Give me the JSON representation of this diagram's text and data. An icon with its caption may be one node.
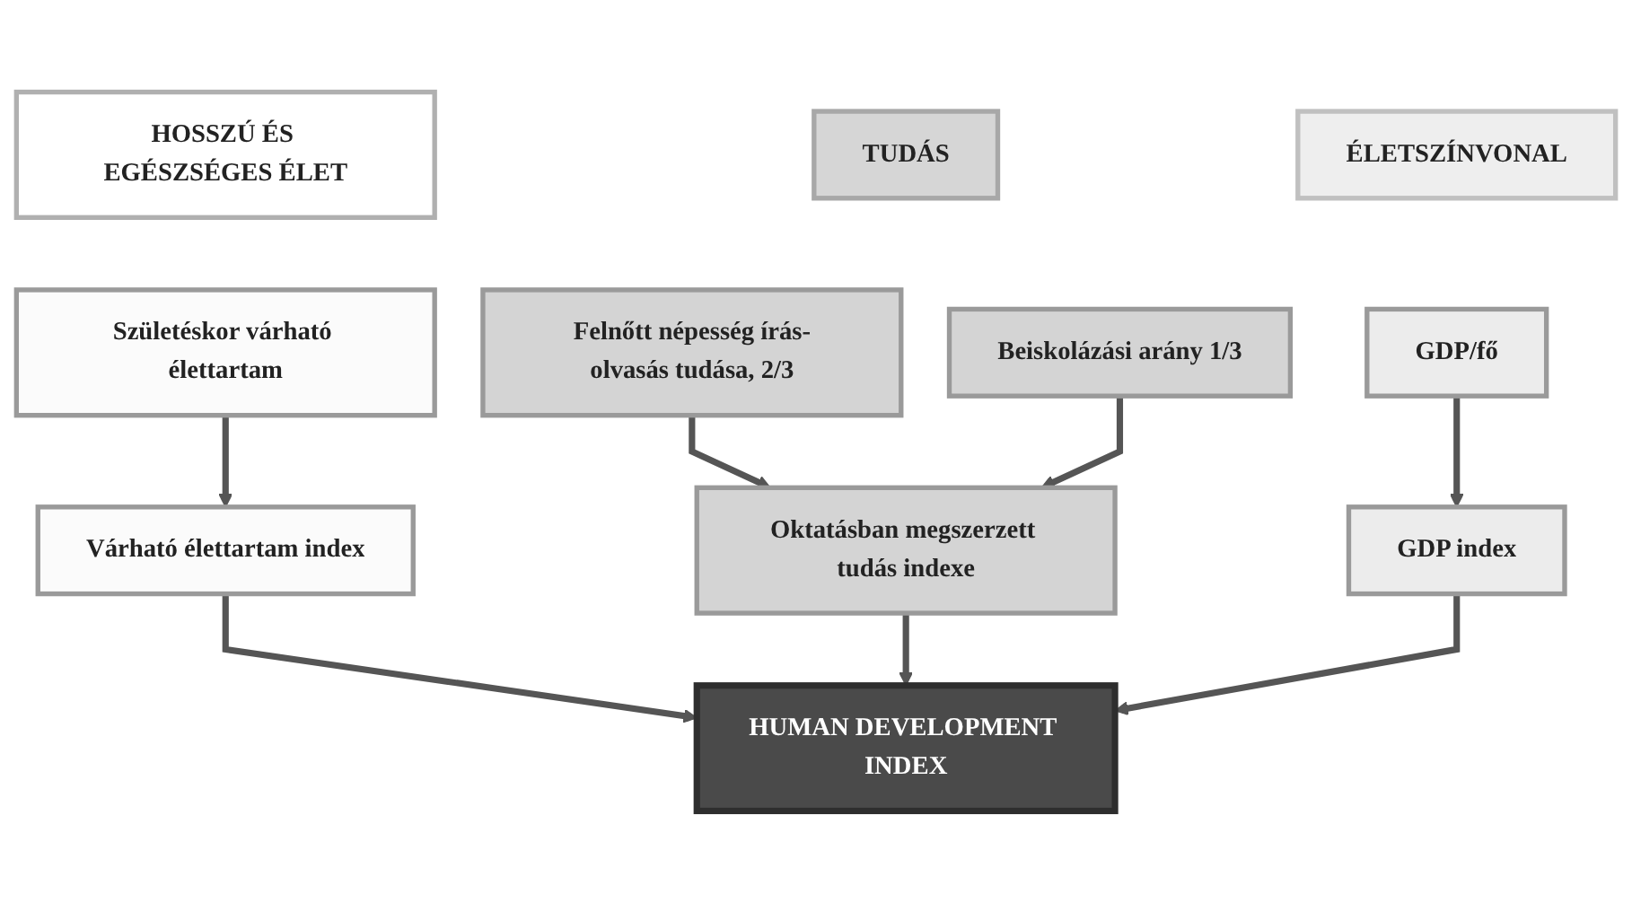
{
  "diagram": {
    "nodes": [
      {
        "text": [
          "HOSSZÚ ÉS EGÉSZSÉGES ÉLET"
        ]
      },
      {
        "text": [
          "TUDÁS"
        ]
      },
      {
        "text": [
          "ÉLETSZÍNVONAL"
        ]
      },
      {
        "text": [
          "Születéskor várható élettartam"
        ]
      },
      {
        "text": [
          "Felnőtt népesség írás-olvasás tudása, 2/3"
        ]
      },
      {
        "text": [
          "Beiskolázási arány 1/3"
        ]
      },
      {
        "text": [
          "GDP/fő"
        ]
      },
      {
        "text": [
          "Várható élettartam index"
        ]
      },
      {
        "text": [
          "Oktatásban megszerzett tudás indexe"
        ]
      },
      {
        "text": [
          "GDP index"
        ]
      },
      {
        "text": [
          "HUMAN DEVELOPMENT INDEX"
        ]
      }
    ],
    "edges": [
      {
        "from": 3,
        "to": 7,
        "arrow": "to"
      },
      {
        "from": 4,
        "to": 8,
        "arrow": "to"
      },
      {
        "from": 5,
        "to": 8,
        "arrow": "to"
      },
      {
        "from": 6,
        "to": 9,
        "arrow": "to"
      },
      {
        "from": 7,
        "to": 10,
        "arrow": "to"
      },
      {
        "from": 8,
        "to": 10,
        "arrow": "to"
      },
      {
        "from": 9,
        "to": 10,
        "arrow": "to"
      }
    ]
  }
}
